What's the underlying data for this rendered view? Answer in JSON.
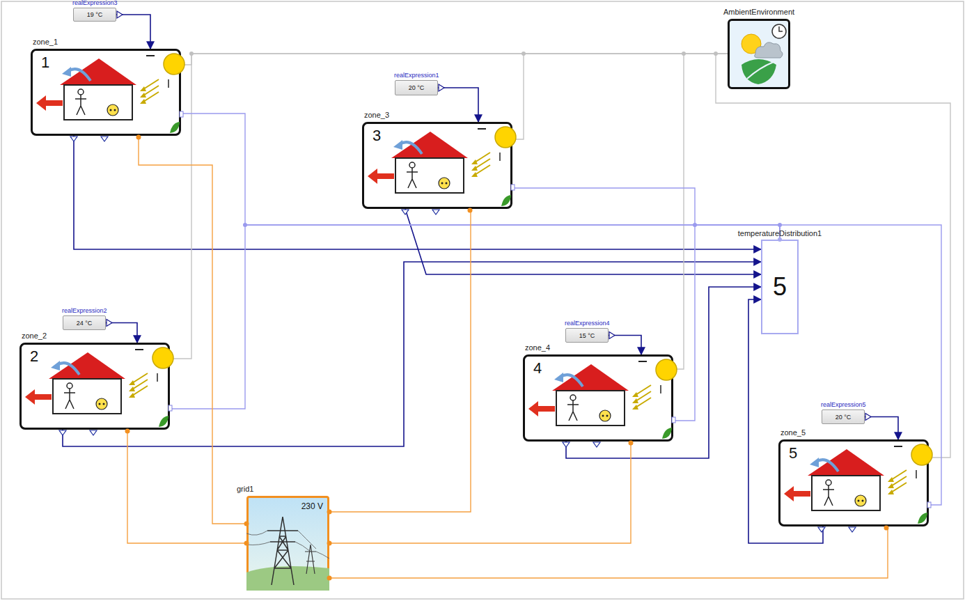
{
  "diagram": {
    "nodes": [
      {
        "text": [
          "realExpression3",
          "19 °C"
        ]
      },
      {
        "text": [
          "AmbientEnvironment"
        ]
      },
      {
        "text": [
          "zone_1",
          "1"
        ]
      },
      {
        "text": [
          "realExpression1",
          "20 °C"
        ]
      },
      {
        "text": [
          "zone_3",
          "3"
        ]
      },
      {
        "text": [
          "temperatureDistribution1",
          "5"
        ]
      },
      {
        "text": [
          "realExpression2",
          "24 °C"
        ]
      },
      {
        "text": [
          "zone_2",
          "2"
        ]
      },
      {
        "text": [
          "realExpression4",
          "15 °C"
        ]
      },
      {
        "text": [
          "zone_4",
          "4"
        ]
      },
      {
        "text": [
          "realExpression5",
          "20 °C"
        ]
      },
      {
        "text": [
          "zone_5",
          "5"
        ]
      },
      {
        "text": [
          "grid1",
          "230 V"
        ]
      }
    ],
    "edges": [
      {
        "from": 0,
        "to": 2,
        "arrow": "to"
      },
      {
        "from": 3,
        "to": 4,
        "arrow": "to"
      },
      {
        "from": 6,
        "to": 7,
        "arrow": "to"
      },
      {
        "from": 8,
        "to": 9,
        "arrow": "to"
      },
      {
        "from": 10,
        "to": 11,
        "arrow": "to"
      },
      {
        "from": 2,
        "to": 5,
        "arrow": "to"
      },
      {
        "from": 4,
        "to": 5,
        "arrow": "to"
      },
      {
        "from": 7,
        "to": 5,
        "arrow": "to"
      },
      {
        "from": 9,
        "to": 5,
        "arrow": "to"
      },
      {
        "from": 11,
        "to": 5,
        "arrow": "to"
      },
      {
        "from": 1,
        "to": 2,
        "arrow": "none"
      },
      {
        "from": 1,
        "to": 4,
        "arrow": "none"
      },
      {
        "from": 1,
        "to": 7,
        "arrow": "none"
      },
      {
        "from": 1,
        "to": 9,
        "arrow": "none"
      },
      {
        "from": 1,
        "to": 11,
        "arrow": "none"
      },
      {
        "from": 5,
        "to": 2,
        "arrow": "none"
      },
      {
        "from": 5,
        "to": 4,
        "arrow": "none"
      },
      {
        "from": 5,
        "to": 7,
        "arrow": "none"
      },
      {
        "from": 5,
        "to": 9,
        "arrow": "none"
      },
      {
        "from": 5,
        "to": 11,
        "arrow": "none"
      },
      {
        "from": 12,
        "to": 2,
        "arrow": "none"
      },
      {
        "from": 12,
        "to": 4,
        "arrow": "none"
      },
      {
        "from": 12,
        "to": 7,
        "arrow": "none"
      },
      {
        "from": 12,
        "to": 9,
        "arrow": "none"
      },
      {
        "from": 12,
        "to": 11,
        "arrow": "none"
      }
    ]
  }
}
